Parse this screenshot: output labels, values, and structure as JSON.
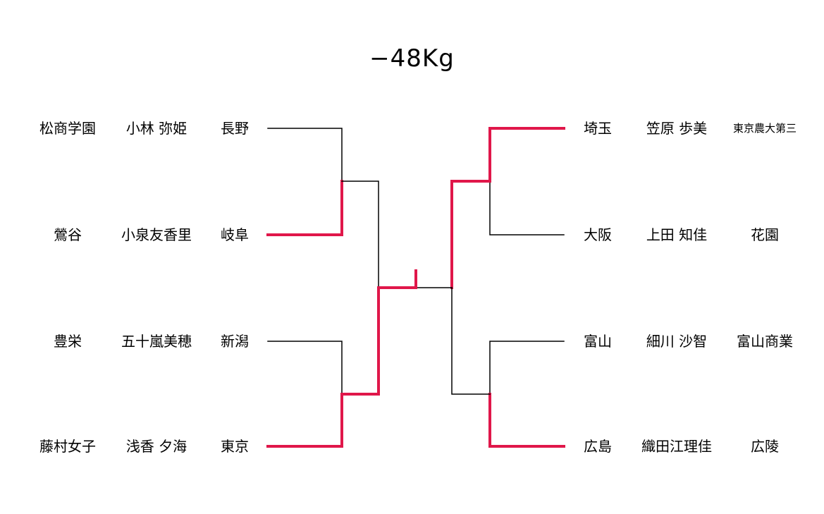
{
  "title": "−48Kg",
  "colors": {
    "winner": "#e0174a",
    "line": "#000000"
  },
  "left": [
    {
      "school": "松商学園",
      "name": "小林 弥姫",
      "pref": "長野"
    },
    {
      "school": "鶯谷",
      "name": "小泉友香里",
      "pref": "岐阜"
    },
    {
      "school": "豊栄",
      "name": "五十嵐美穂",
      "pref": "新潟"
    },
    {
      "school": "藤村女子",
      "name": "浅香 夕海",
      "pref": "東京"
    }
  ],
  "right": [
    {
      "pref": "埼玉",
      "name": "笠原 歩美",
      "school": "東京農大第三"
    },
    {
      "pref": "大阪",
      "name": "上田 知佳",
      "school": "花園"
    },
    {
      "pref": "富山",
      "name": "細川 沙智",
      "school": "富山商業"
    },
    {
      "pref": "広島",
      "name": "織田江理佳",
      "school": "広陵"
    }
  ]
}
